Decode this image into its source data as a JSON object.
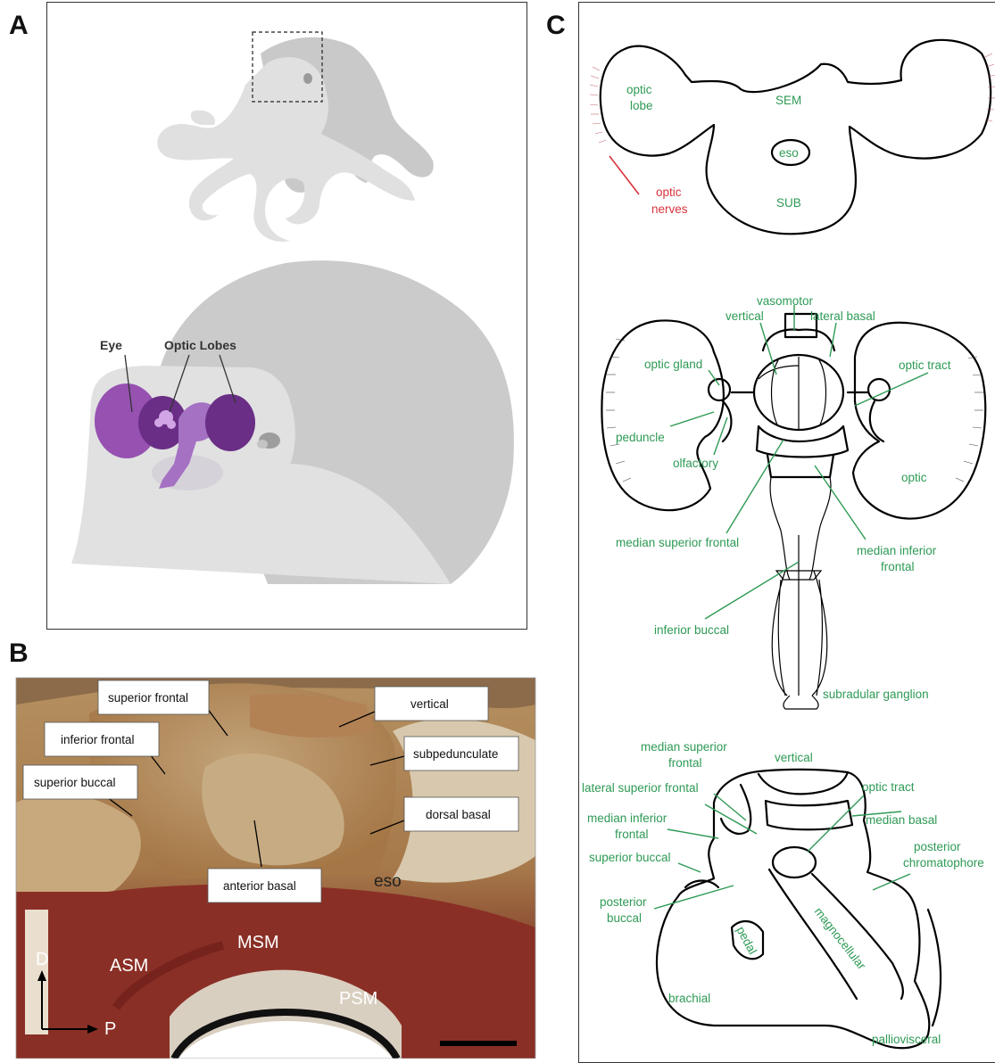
{
  "panels": {
    "a": {
      "letter": "A",
      "labels": {
        "eye": "Eye",
        "optic_lobes": "Optic Lobes"
      }
    },
    "b": {
      "letter": "B",
      "boxes": {
        "superior_frontal": "superior frontal",
        "inferior_frontal": "inferior frontal",
        "superior_buccal": "superior buccal",
        "vertical": "vertical",
        "subpedunculate": "subpedunculate",
        "dorsal_basal": "dorsal basal",
        "anterior_basal": "anterior basal"
      },
      "overlay": {
        "eso": "eso",
        "asm": "ASM",
        "msm": "MSM",
        "psm": "PSM",
        "axis_d": "D",
        "axis_p": "P"
      }
    },
    "c": {
      "letter": "C",
      "top": {
        "optic_lobe_1": "optic",
        "optic_lobe_2": "lobe",
        "sem": "SEM",
        "eso": "eso",
        "sub": "SUB",
        "optic_nerves_1": "optic",
        "optic_nerves_2": "nerves"
      },
      "middle": {
        "vasomotor": "vasomotor",
        "vertical": "vertical",
        "lateral_basal": "lateral basal",
        "optic_gland": "optic gland",
        "optic_tract": "optic tract",
        "peduncle": "peduncle",
        "olfactory": "olfactory",
        "optic": "optic",
        "median_superior_frontal": "median superior frontal",
        "median_inferior_frontal_1": "median inferior",
        "median_inferior_frontal_2": "frontal",
        "inferior_buccal": "inferior buccal",
        "subradular_ganglion": "subradular ganglion"
      },
      "bottom": {
        "median_superior_frontal_1": "median superior",
        "median_superior_frontal_2": "frontal",
        "vertical": "vertical",
        "lateral_superior_frontal": "lateral superior frontal",
        "optic_tract": "optic tract",
        "median_basal": "median basal",
        "median_inferior_frontal_1": "median inferior",
        "median_inferior_frontal_2": "frontal",
        "posterior_chromatophore_1": "posterior",
        "posterior_chromatophore_2": "chromatophore",
        "superior_buccal": "superior buccal",
        "posterior_buccal_1": "posterior",
        "posterior_buccal_2": "buccal",
        "pedal": "pedal",
        "magnocellular": "magnocellular",
        "brachial": "brachial",
        "palliovisceral": "palliovisceral"
      }
    }
  },
  "colors": {
    "label_green": "#2e9a55",
    "label_red": "#d8343c",
    "lobe_purple": "#7a3b96",
    "body_grey": "#e1e1e1",
    "mantle_grey": "#cbcbcb"
  }
}
